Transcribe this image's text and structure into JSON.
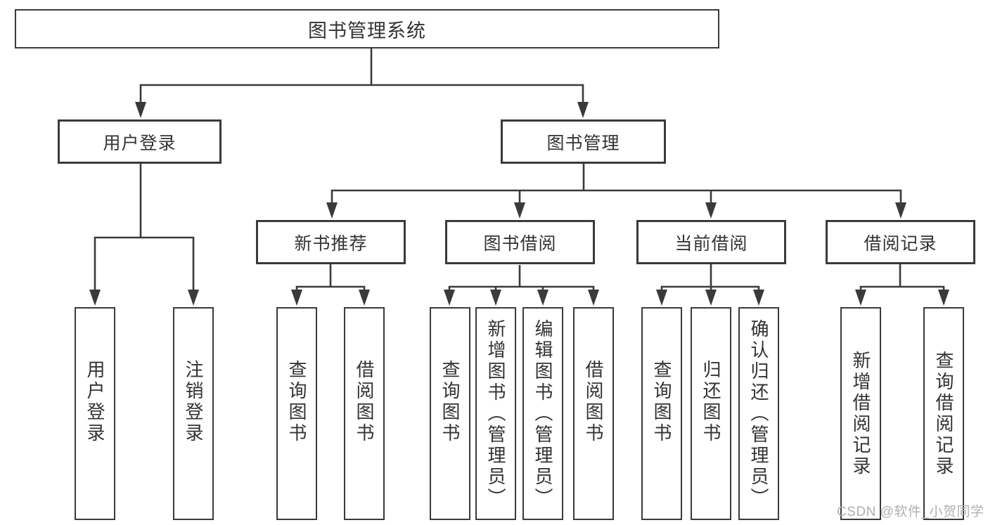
{
  "title": "图书管理系统",
  "level2": {
    "user_login": "用户登录",
    "book_management": "图书管理"
  },
  "level3": {
    "new_book_recommend": "新书推荐",
    "book_borrow": "图书借阅",
    "current_borrow": "当前借阅",
    "borrow_records": "借阅记录"
  },
  "leaves": {
    "user_login": "用户登录",
    "logout": "注销登录",
    "nb_query_books": "查询图书",
    "nb_borrow_books": "借阅图书",
    "bb_query_books": "查询图书",
    "bb_add_books": "新增图书（管理员）",
    "bb_edit_books": "编辑图书（管理员）",
    "bb_borrow_books": "借阅图书",
    "cb_query_books": "查询图书",
    "cb_return_books": "归还图书",
    "cb_confirm_return": "确认归还（管理员）",
    "br_add_record": "新增借阅记录",
    "br_query_record": "查询借阅记录"
  },
  "watermark": "CSDN @软件_小贺同学",
  "colors": {
    "line": "#3a3a3a",
    "text": "#333333",
    "watermark": "#b1b0b0",
    "background": "#ffffff"
  }
}
